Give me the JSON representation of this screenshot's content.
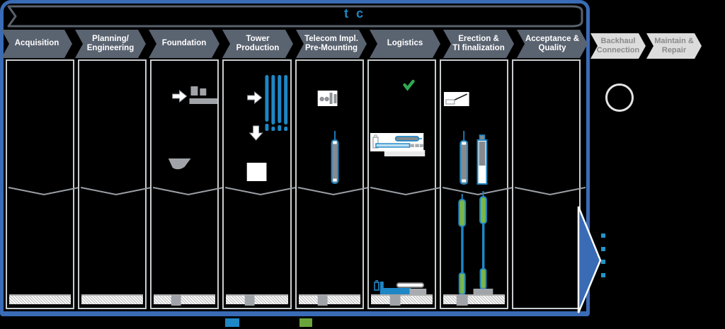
{
  "banner": {
    "letters": {
      "t": "t",
      "c": "c"
    }
  },
  "stages": [
    {
      "label": "Acquisition"
    },
    {
      "label": "Planning/\nEngineering"
    },
    {
      "label": "Foundation"
    },
    {
      "label": "Tower\nProduction"
    },
    {
      "label": "Telecom Impl.\nPre-Mounting"
    },
    {
      "label": "Logistics"
    },
    {
      "label": "Erection &\nTI finalization"
    },
    {
      "label": "Acceptance &\nQuality"
    }
  ],
  "post_stages": [
    {
      "label": "Backhaul\nConnection"
    },
    {
      "label": "Maintain &\nRepair"
    }
  ],
  "legend": {
    "swatches": [
      {
        "name": "blue",
        "color": "#1E87C5"
      },
      {
        "name": "green",
        "color": "#6AA53C"
      }
    ]
  },
  "bullets": {
    "count": 4,
    "color": "#2196C8"
  },
  "colors": {
    "frame_border": "#3A6BB5",
    "stage_fill": "#5A6370",
    "post_stage_fill": "#DCDCDC",
    "accent_blue": "#1E87C5",
    "accent_green": "#7AB648",
    "gray_fill": "#A0A4A8",
    "check_green": "#2FA84F"
  }
}
